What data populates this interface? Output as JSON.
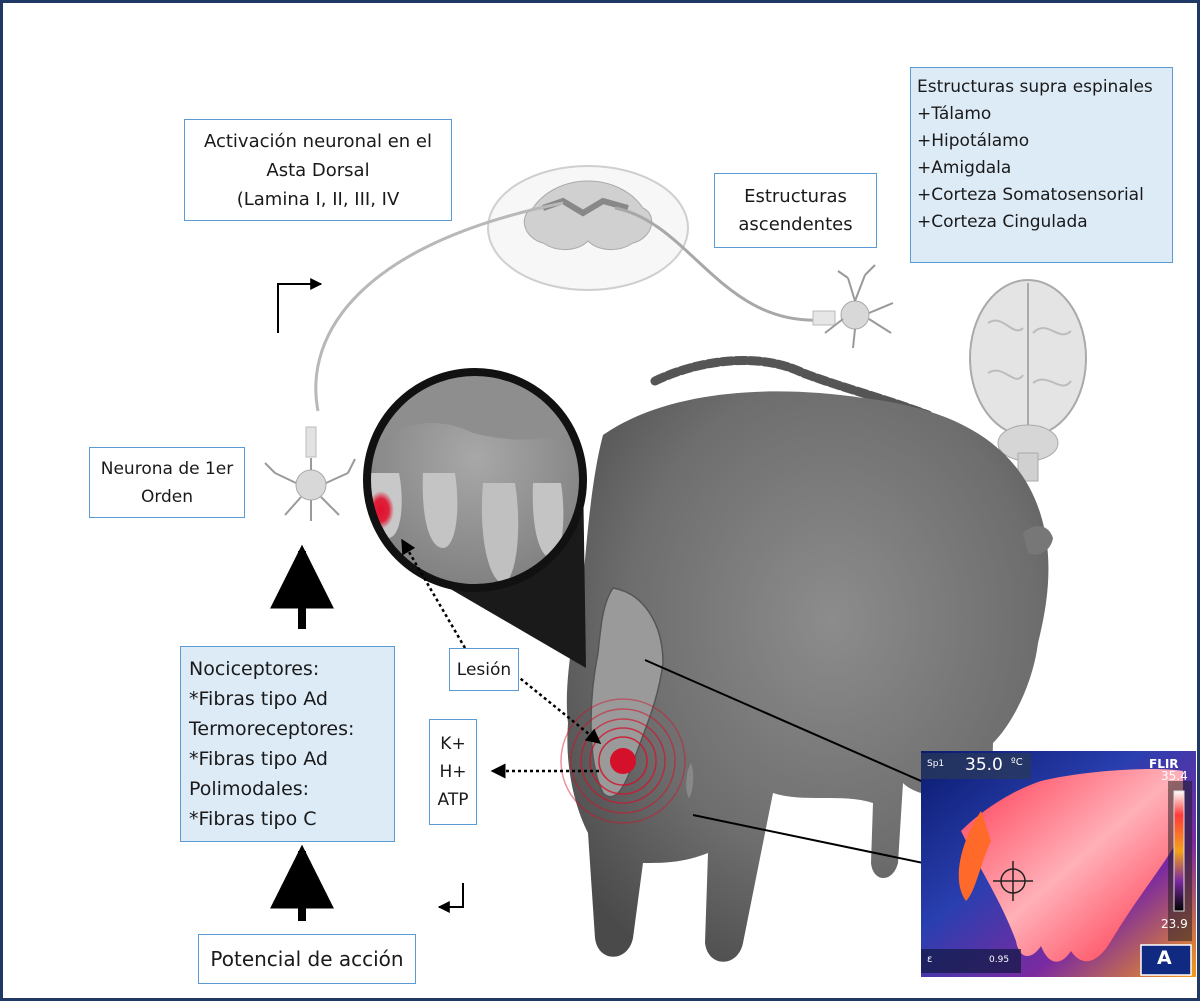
{
  "boxes": {
    "activation": {
      "lines": [
        "Activación neuronal en el",
        "Asta Dorsal",
        "(Lamina I, II, III, IV"
      ]
    },
    "ascending": {
      "lines": [
        "Estructuras",
        "ascendentes"
      ]
    },
    "supraspinal": {
      "lines": [
        "Estructuras supra espinales",
        "+Tálamo",
        "+Hipotálamo",
        "+Amigdala",
        "+Corteza Somatosensorial",
        "+Corteza Cingulada"
      ]
    },
    "first_order": {
      "lines": [
        "Neurona de 1er",
        "Orden"
      ]
    },
    "receptors": {
      "lines": [
        "Nociceptores:",
        "*Fibras tipo Ad",
        "Termoreceptores:",
        "*Fibras  tipo Ad",
        "Polimodales:",
        "*Fibras tipo C"
      ]
    },
    "lesion": {
      "label": "Lesión"
    },
    "ions": {
      "lines": [
        "K+",
        "H+",
        "ATP"
      ]
    },
    "action_potential": {
      "label": "Potencial de acción"
    }
  },
  "thermal_image": {
    "spot_label": "Sp1",
    "spot_value": "35.0",
    "unit": "ºC",
    "brand": "FLIR",
    "scale_max": "35.4",
    "scale_min": "23.9",
    "emissivity_symbol": "ε",
    "emissivity": "0.95",
    "panel_letter": "A"
  },
  "colors": {
    "frame": "#1f3864",
    "box_border": "#5b9bd5",
    "box_fill_blue": "#ddebf7",
    "lesion_red": "#d4102a"
  }
}
